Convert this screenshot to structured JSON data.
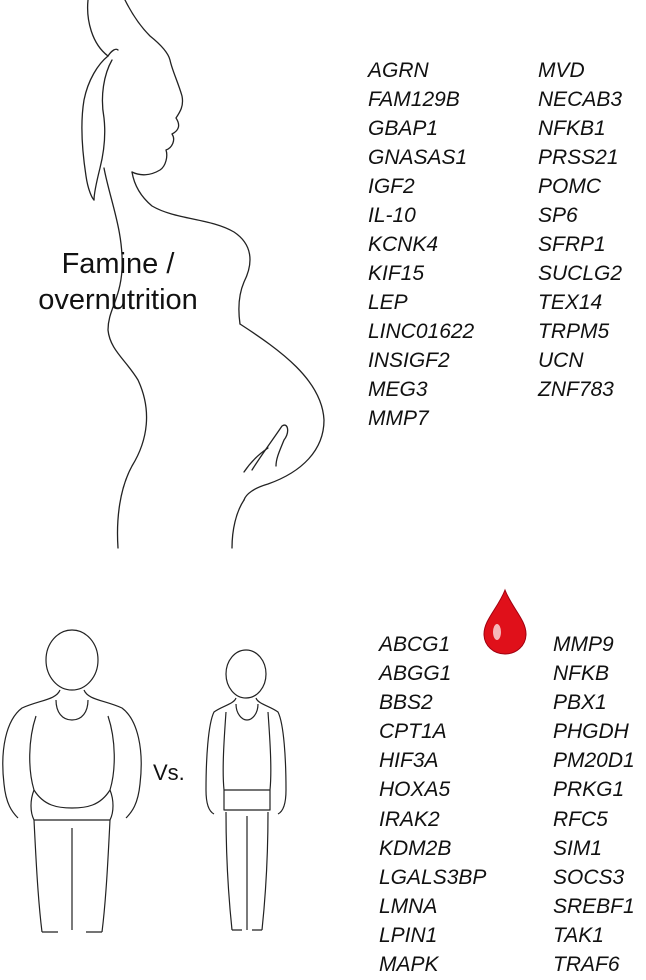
{
  "top_panel": {
    "label_line1": "Famine /",
    "label_line2": "overnutrition",
    "genes_col1": [
      "AGRN",
      "FAM129B",
      "GBAP1",
      "GNASAS1",
      "IGF2",
      "IL-10",
      "KCNK4",
      "KIF15",
      "LEP",
      "LINC01622",
      "INSIGF2",
      "MEG3",
      "MMP7"
    ],
    "genes_col2": [
      "MVD",
      "NECAB3",
      "NFKB1",
      "PRSS21",
      "POMC",
      "SP6",
      "SFRP1",
      "SUCLG2",
      "TEX14",
      "TRPM5",
      "UCN",
      "ZNF783"
    ]
  },
  "bottom_panel": {
    "comparison_label": "Vs.",
    "icon": "blood-drop-icon",
    "drop_color": "#e0101a",
    "genes_col1": [
      "ABCG1",
      "ABGG1",
      "BBS2",
      "CPT1A",
      "HIF3A",
      "HOXA5",
      "IRAK2",
      "KDM2B",
      "LGALS3BP",
      "LMNA",
      "LPIN1",
      "MAPK"
    ],
    "genes_col2": [
      "MMP9",
      "NFKB",
      "PBX1",
      "PHGDH",
      "PM20D1",
      "PRKG1",
      "RFC5",
      "SIM1",
      "SOCS3",
      "SREBF1",
      "TAK1",
      "TRAF6"
    ]
  }
}
